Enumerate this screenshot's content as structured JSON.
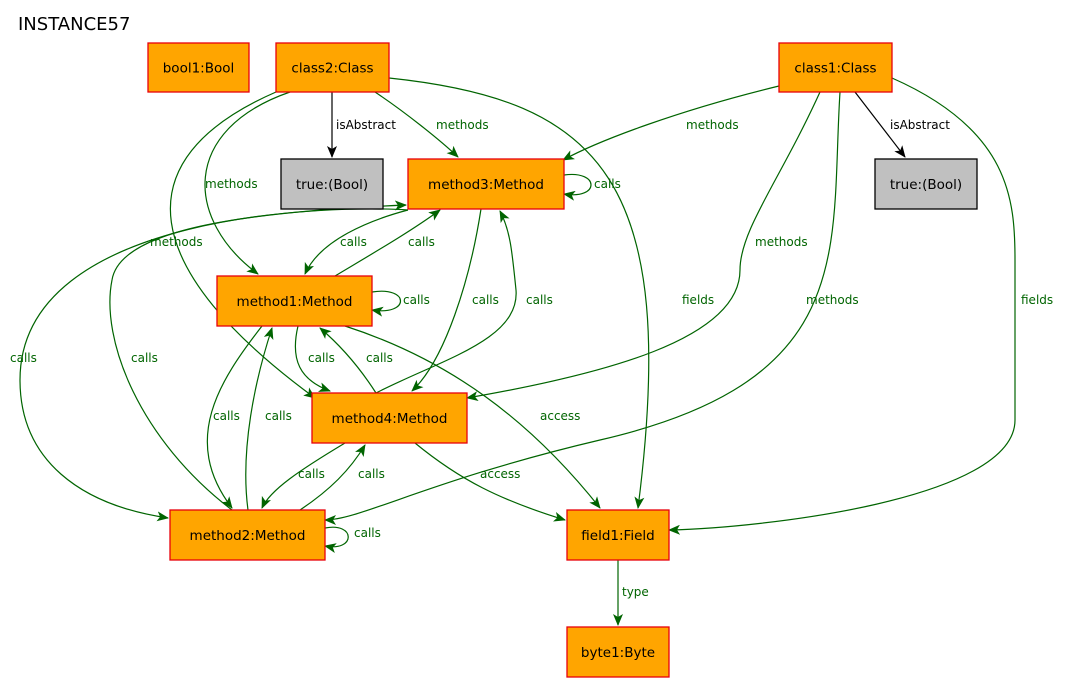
{
  "title": "INSTANCE57",
  "colors": {
    "object_fill": "#ffa500",
    "object_stroke": "#e8000b",
    "value_fill": "#c0c0c0",
    "value_stroke": "#000000",
    "reference_edge": "#006400",
    "attribute_edge": "#000000"
  },
  "nodes": [
    {
      "id": "bool1",
      "label": "bool1:Bool",
      "kind": "object"
    },
    {
      "id": "class2",
      "label": "class2:Class",
      "kind": "object"
    },
    {
      "id": "class1",
      "label": "class1:Class",
      "kind": "object"
    },
    {
      "id": "true_c2",
      "label": "true:(Bool)",
      "kind": "value"
    },
    {
      "id": "true_c1",
      "label": "true:(Bool)",
      "kind": "value"
    },
    {
      "id": "method3",
      "label": "method3:Method",
      "kind": "object"
    },
    {
      "id": "method1",
      "label": "method1:Method",
      "kind": "object"
    },
    {
      "id": "method4",
      "label": "method4:Method",
      "kind": "object"
    },
    {
      "id": "method2",
      "label": "method2:Method",
      "kind": "object"
    },
    {
      "id": "field1",
      "label": "field1:Field",
      "kind": "object"
    },
    {
      "id": "byte1",
      "label": "byte1:Byte",
      "kind": "object"
    }
  ],
  "edges": [
    {
      "id": "e1",
      "source": "class2",
      "target": "true_c2",
      "label": "isAbstract",
      "kind": "attribute"
    },
    {
      "id": "e2",
      "source": "class1",
      "target": "true_c1",
      "label": "isAbstract",
      "kind": "attribute"
    },
    {
      "id": "e3",
      "source": "class2",
      "target": "method3",
      "label": "methods",
      "kind": "reference"
    },
    {
      "id": "e4",
      "source": "class2",
      "target": "method1",
      "label": "methods",
      "kind": "reference"
    },
    {
      "id": "e5",
      "source": "class2",
      "target": "method4",
      "label": "methods",
      "kind": "reference"
    },
    {
      "id": "e6",
      "source": "class2",
      "target": "field1",
      "label": "fields",
      "kind": "reference"
    },
    {
      "id": "e7",
      "source": "class1",
      "target": "method3",
      "label": "methods",
      "kind": "reference"
    },
    {
      "id": "e8",
      "source": "class1",
      "target": "method4",
      "label": "methods",
      "kind": "reference"
    },
    {
      "id": "e9",
      "source": "class1",
      "target": "method2",
      "label": "methods",
      "kind": "reference"
    },
    {
      "id": "e10",
      "source": "class1",
      "target": "field1",
      "label": "fields",
      "kind": "reference"
    },
    {
      "id": "e11",
      "source": "method3",
      "target": "method3",
      "label": "calls",
      "kind": "reference"
    },
    {
      "id": "e12",
      "source": "method3",
      "target": "method1",
      "label": "calls",
      "kind": "reference"
    },
    {
      "id": "e13",
      "source": "method1",
      "target": "method3",
      "label": "calls",
      "kind": "reference"
    },
    {
      "id": "e14",
      "source": "method1",
      "target": "method1",
      "label": "calls",
      "kind": "reference"
    },
    {
      "id": "e15",
      "source": "method3",
      "target": "method4",
      "label": "calls",
      "kind": "reference"
    },
    {
      "id": "e16",
      "source": "method4",
      "target": "method3",
      "label": "calls",
      "kind": "reference"
    },
    {
      "id": "e17",
      "source": "method3",
      "target": "method2",
      "label": "calls",
      "kind": "reference"
    },
    {
      "id": "e18",
      "source": "method2",
      "target": "method3",
      "label": "calls",
      "kind": "reference"
    },
    {
      "id": "e19",
      "source": "method1",
      "target": "method4",
      "label": "calls",
      "kind": "reference"
    },
    {
      "id": "e20",
      "source": "method4",
      "target": "method1",
      "label": "calls",
      "kind": "reference"
    },
    {
      "id": "e21",
      "source": "method1",
      "target": "method2",
      "label": "calls",
      "kind": "reference"
    },
    {
      "id": "e22",
      "source": "method2",
      "target": "method1",
      "label": "calls",
      "kind": "reference"
    },
    {
      "id": "e23",
      "source": "method1",
      "target": "field1",
      "label": "access",
      "kind": "reference"
    },
    {
      "id": "e24",
      "source": "method4",
      "target": "method2",
      "label": "calls",
      "kind": "reference"
    },
    {
      "id": "e25",
      "source": "method2",
      "target": "method4",
      "label": "calls",
      "kind": "reference"
    },
    {
      "id": "e26",
      "source": "method4",
      "target": "field1",
      "label": "access",
      "kind": "reference"
    },
    {
      "id": "e27",
      "source": "method2",
      "target": "method2",
      "label": "calls",
      "kind": "reference"
    },
    {
      "id": "e28",
      "source": "field1",
      "target": "byte1",
      "label": "type",
      "kind": "reference"
    }
  ]
}
